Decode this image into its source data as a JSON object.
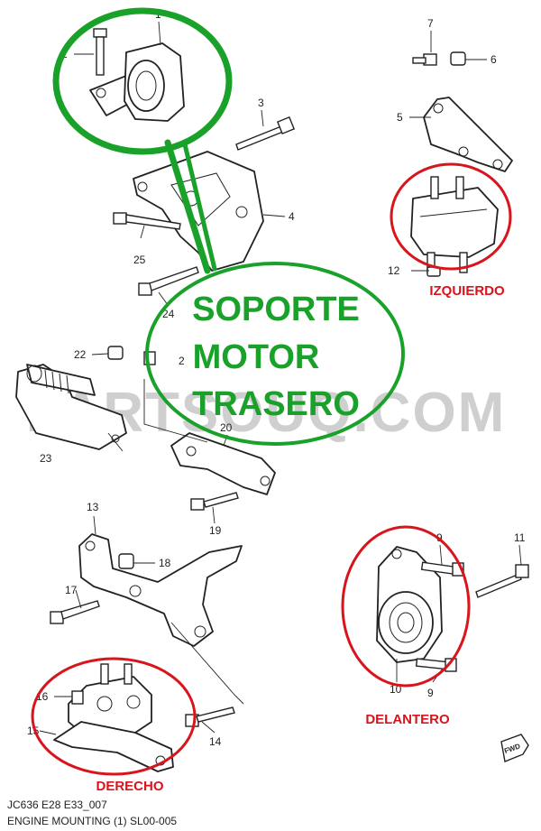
{
  "watermark": "PARTSOUQ.COM",
  "callout": {
    "line1": "SOPORTE",
    "line2": "MOTOR",
    "line3": "TRASERO",
    "color": "#1aa12a"
  },
  "labels": {
    "izquierdo": "IZQUIERDO",
    "delantero": "DELANTERO",
    "derecho": "DERECHO",
    "color": "#d8141c"
  },
  "part_numbers": {
    "p1": "1",
    "p2": "2",
    "p2b": "2",
    "p3": "3",
    "p4": "4",
    "p5": "5",
    "p6": "6",
    "p7": "7",
    "p9a": "9",
    "p9b": "9",
    "p10": "10",
    "p11": "11",
    "p12": "12",
    "p13": "13",
    "p14": "14",
    "p15": "15",
    "p16": "16",
    "p17": "17",
    "p18": "18",
    "p19": "19",
    "p20": "20",
    "p22": "22",
    "p23": "23",
    "p24": "24",
    "p25": "25"
  },
  "fwd_label": "FWD",
  "footer": {
    "line1": "JC636 E28 E33_007",
    "line2": "ENGINE MOUNTING (1) SL00-005"
  }
}
